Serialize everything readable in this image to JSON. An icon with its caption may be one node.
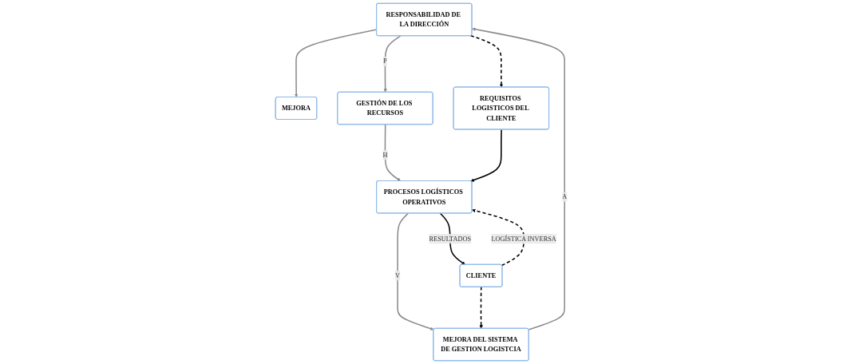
{
  "diagram": {
    "nodes": [
      {
        "text": [
          "MEJORA"
        ]
      },
      {
        "text": [
          "RESPONSABILIDAD DE LA DIRECCIÓN"
        ]
      },
      {
        "text": [
          "REQUISITOS LOGISTICOS DEL CLIENTE"
        ]
      },
      {
        "text": [
          "GESTIÓN DE LOS RECURSOS"
        ]
      },
      {
        "text": [
          "MEJORA DEL SISTEMA DE GESTION LOGISTCIA"
        ]
      },
      {
        "text": [
          "CLIENTE"
        ]
      },
      {
        "text": [
          "PROCESOS LOGÍSTICOS OPERATIVOS"
        ]
      }
    ],
    "edges": [
      {
        "from": 1,
        "to": 0,
        "arrow": "to",
        "color": "#8c8c8c"
      },
      {
        "from": 1,
        "to": 2,
        "arrow": "to",
        "style": "dashed",
        "color": "#000000"
      },
      {
        "from": 1,
        "to": 3,
        "arrow": "to",
        "label": "P",
        "color": "#8c8c8c"
      },
      {
        "from": 3,
        "to": 6,
        "arrow": "to",
        "label": "H",
        "color": "#8c8c8c"
      },
      {
        "from": 2,
        "to": 6,
        "arrow": "to",
        "color": "#000000"
      },
      {
        "from": 6,
        "to": 4,
        "arrow": "to",
        "label": "V",
        "color": "#8c8c8c"
      },
      {
        "from": 4,
        "to": 1,
        "arrow": "to",
        "label": "A",
        "color": "#8c8c8c"
      },
      {
        "from": 5,
        "to": 4,
        "arrow": "to",
        "style": "dashed",
        "color": "#000000"
      },
      {
        "from": 6,
        "to": 5,
        "arrow": "to",
        "label": "RESULTADOS",
        "color": "#000000"
      },
      {
        "from": 5,
        "to": 6,
        "arrow": "to",
        "label": "LOGÍSTICA INVERSA",
        "style": "dashed",
        "color": "#000000"
      }
    ]
  }
}
